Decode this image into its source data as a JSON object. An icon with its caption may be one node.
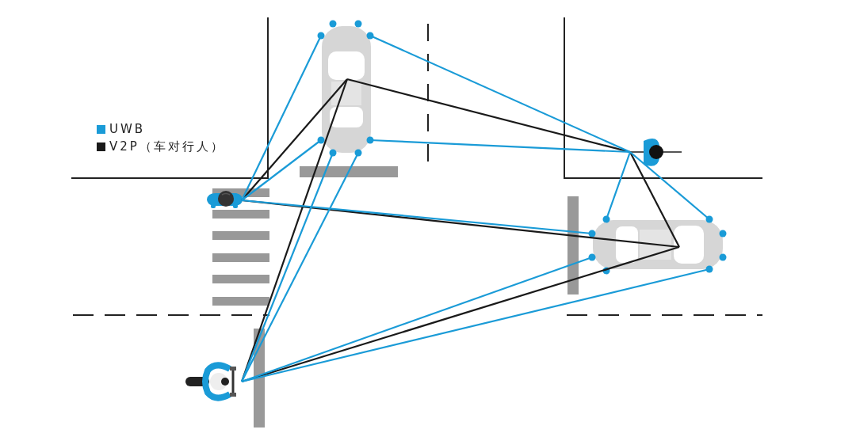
{
  "diagram": {
    "nodes": [
      {
        "text": [],
        "shape": "picture"
      },
      {
        "text": [],
        "shape": "picture"
      },
      {
        "text": [],
        "shape": "picture"
      },
      {
        "text": [],
        "shape": "picture"
      },
      {
        "text": [],
        "shape": "picture"
      }
    ],
    "edges": [
      {
        "from": 0,
        "to": 3,
        "arrow": "none",
        "color": "#1a1a1a"
      },
      {
        "from": 0,
        "to": 4,
        "arrow": "none",
        "color": "#1a1a1a"
      },
      {
        "from": 0,
        "to": 1,
        "arrow": "none",
        "color": "#1a1a1a"
      },
      {
        "from": 1,
        "to": 2,
        "arrow": "none",
        "color": "#1a1a1a"
      },
      {
        "from": 3,
        "to": 2,
        "arrow": "none",
        "color": "#1a1a1a"
      },
      {
        "from": 4,
        "to": 2,
        "arrow": "none",
        "color": "#1a1a1a"
      },
      {
        "from": 0,
        "to": 3,
        "arrow": "none"
      },
      {
        "from": 0,
        "to": 3,
        "arrow": "none"
      },
      {
        "from": 0,
        "to": 4,
        "arrow": "none"
      },
      {
        "from": 0,
        "to": 4,
        "arrow": "none"
      },
      {
        "from": 0,
        "to": 1,
        "arrow": "none"
      },
      {
        "from": 0,
        "to": 1,
        "arrow": "none"
      },
      {
        "from": 2,
        "to": 1,
        "arrow": "none"
      },
      {
        "from": 2,
        "to": 1,
        "arrow": "none"
      },
      {
        "from": 2,
        "to": 3,
        "arrow": "none"
      },
      {
        "from": 2,
        "to": 4,
        "arrow": "none"
      },
      {
        "from": 2,
        "to": 4,
        "arrow": "none"
      }
    ],
    "legend": [
      {
        "text": "UWB",
        "color": "#1a9bd7"
      },
      {
        "text": "V2P（车对行人）",
        "color": "#1a1a1a"
      }
    ]
  }
}
